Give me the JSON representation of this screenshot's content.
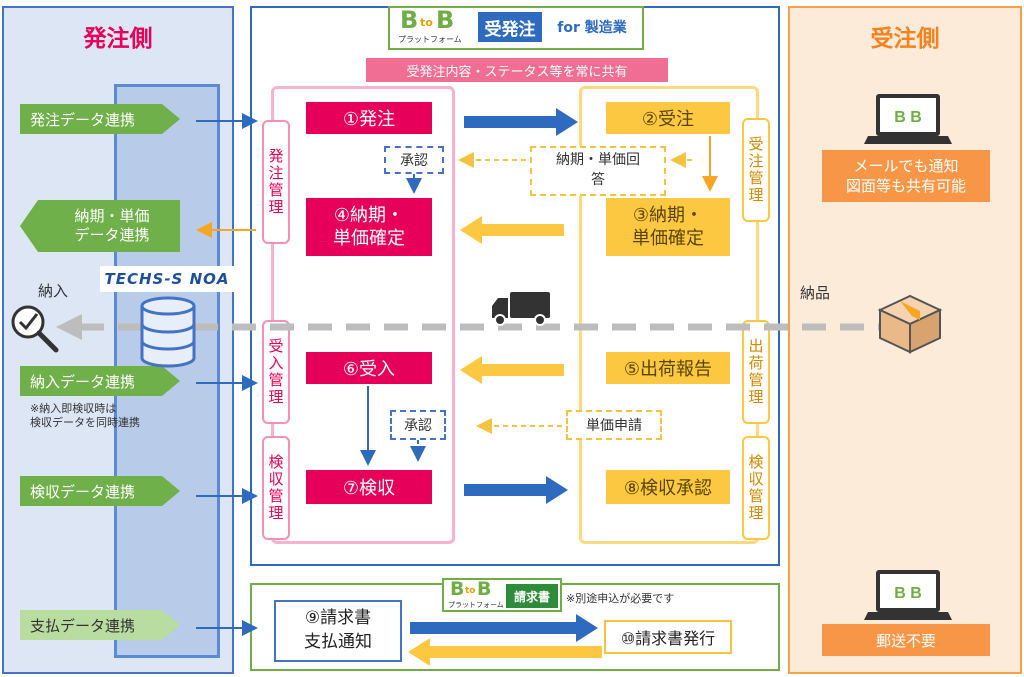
{
  "header": {
    "logo_b1": "B",
    "logo_to": "to",
    "logo_b2": "B",
    "logo_sub": "プラットフォーム",
    "service": "受発注",
    "service_suffix": "for 製造業",
    "share_banner": "受発注内容・ステータス等を常に共有"
  },
  "left": {
    "title": "発注側",
    "arrows": [
      "発注データ連携",
      "納期・単価\nデータ連携",
      "納入データ連携",
      "検収データ連携",
      "支払データ連携"
    ],
    "note": "※納入即検収時は\n検収データを同時連携",
    "noa_logo": "TECHS-S NOA",
    "delivery_label": "納入"
  },
  "right": {
    "title": "受注側",
    "notice1": "メールでも通知\n図面等も共有可能",
    "notice2": "郵送不要",
    "delivery_label": "納品"
  },
  "flow": {
    "order": "①発注",
    "receive": "②受注",
    "confirm_right": "③納期・\n単価確定",
    "confirm_left": "④納期・\n単価確定",
    "ship": "⑤出荷報告",
    "accept": "⑥受入",
    "inspect": "⑦検収",
    "inspect_approve": "⑧検収承認",
    "approve1": "承認",
    "approve2": "承認",
    "reply": "納期・単価回\n答",
    "price_request": "単価申請",
    "label_order_mgmt": "発注管理",
    "label_recv_mgmt": "受入管理",
    "label_insp_mgmt": "検収管理",
    "label_rcv_order_mgmt": "受注管理",
    "label_ship_mgmt": "出荷管理",
    "label_insp_mgmt_right": "検収管理"
  },
  "invoice": {
    "service": "請求書",
    "note": "※別途申込が必要です",
    "left_box": "⑨請求書\n支払通知",
    "right_box": "⑩請求書発行"
  },
  "colors": {
    "pink": "#e6005a",
    "yellow": "#fcc841",
    "blue": "#2e6bbf",
    "green": "#70ad47",
    "orange": "#f79646"
  }
}
